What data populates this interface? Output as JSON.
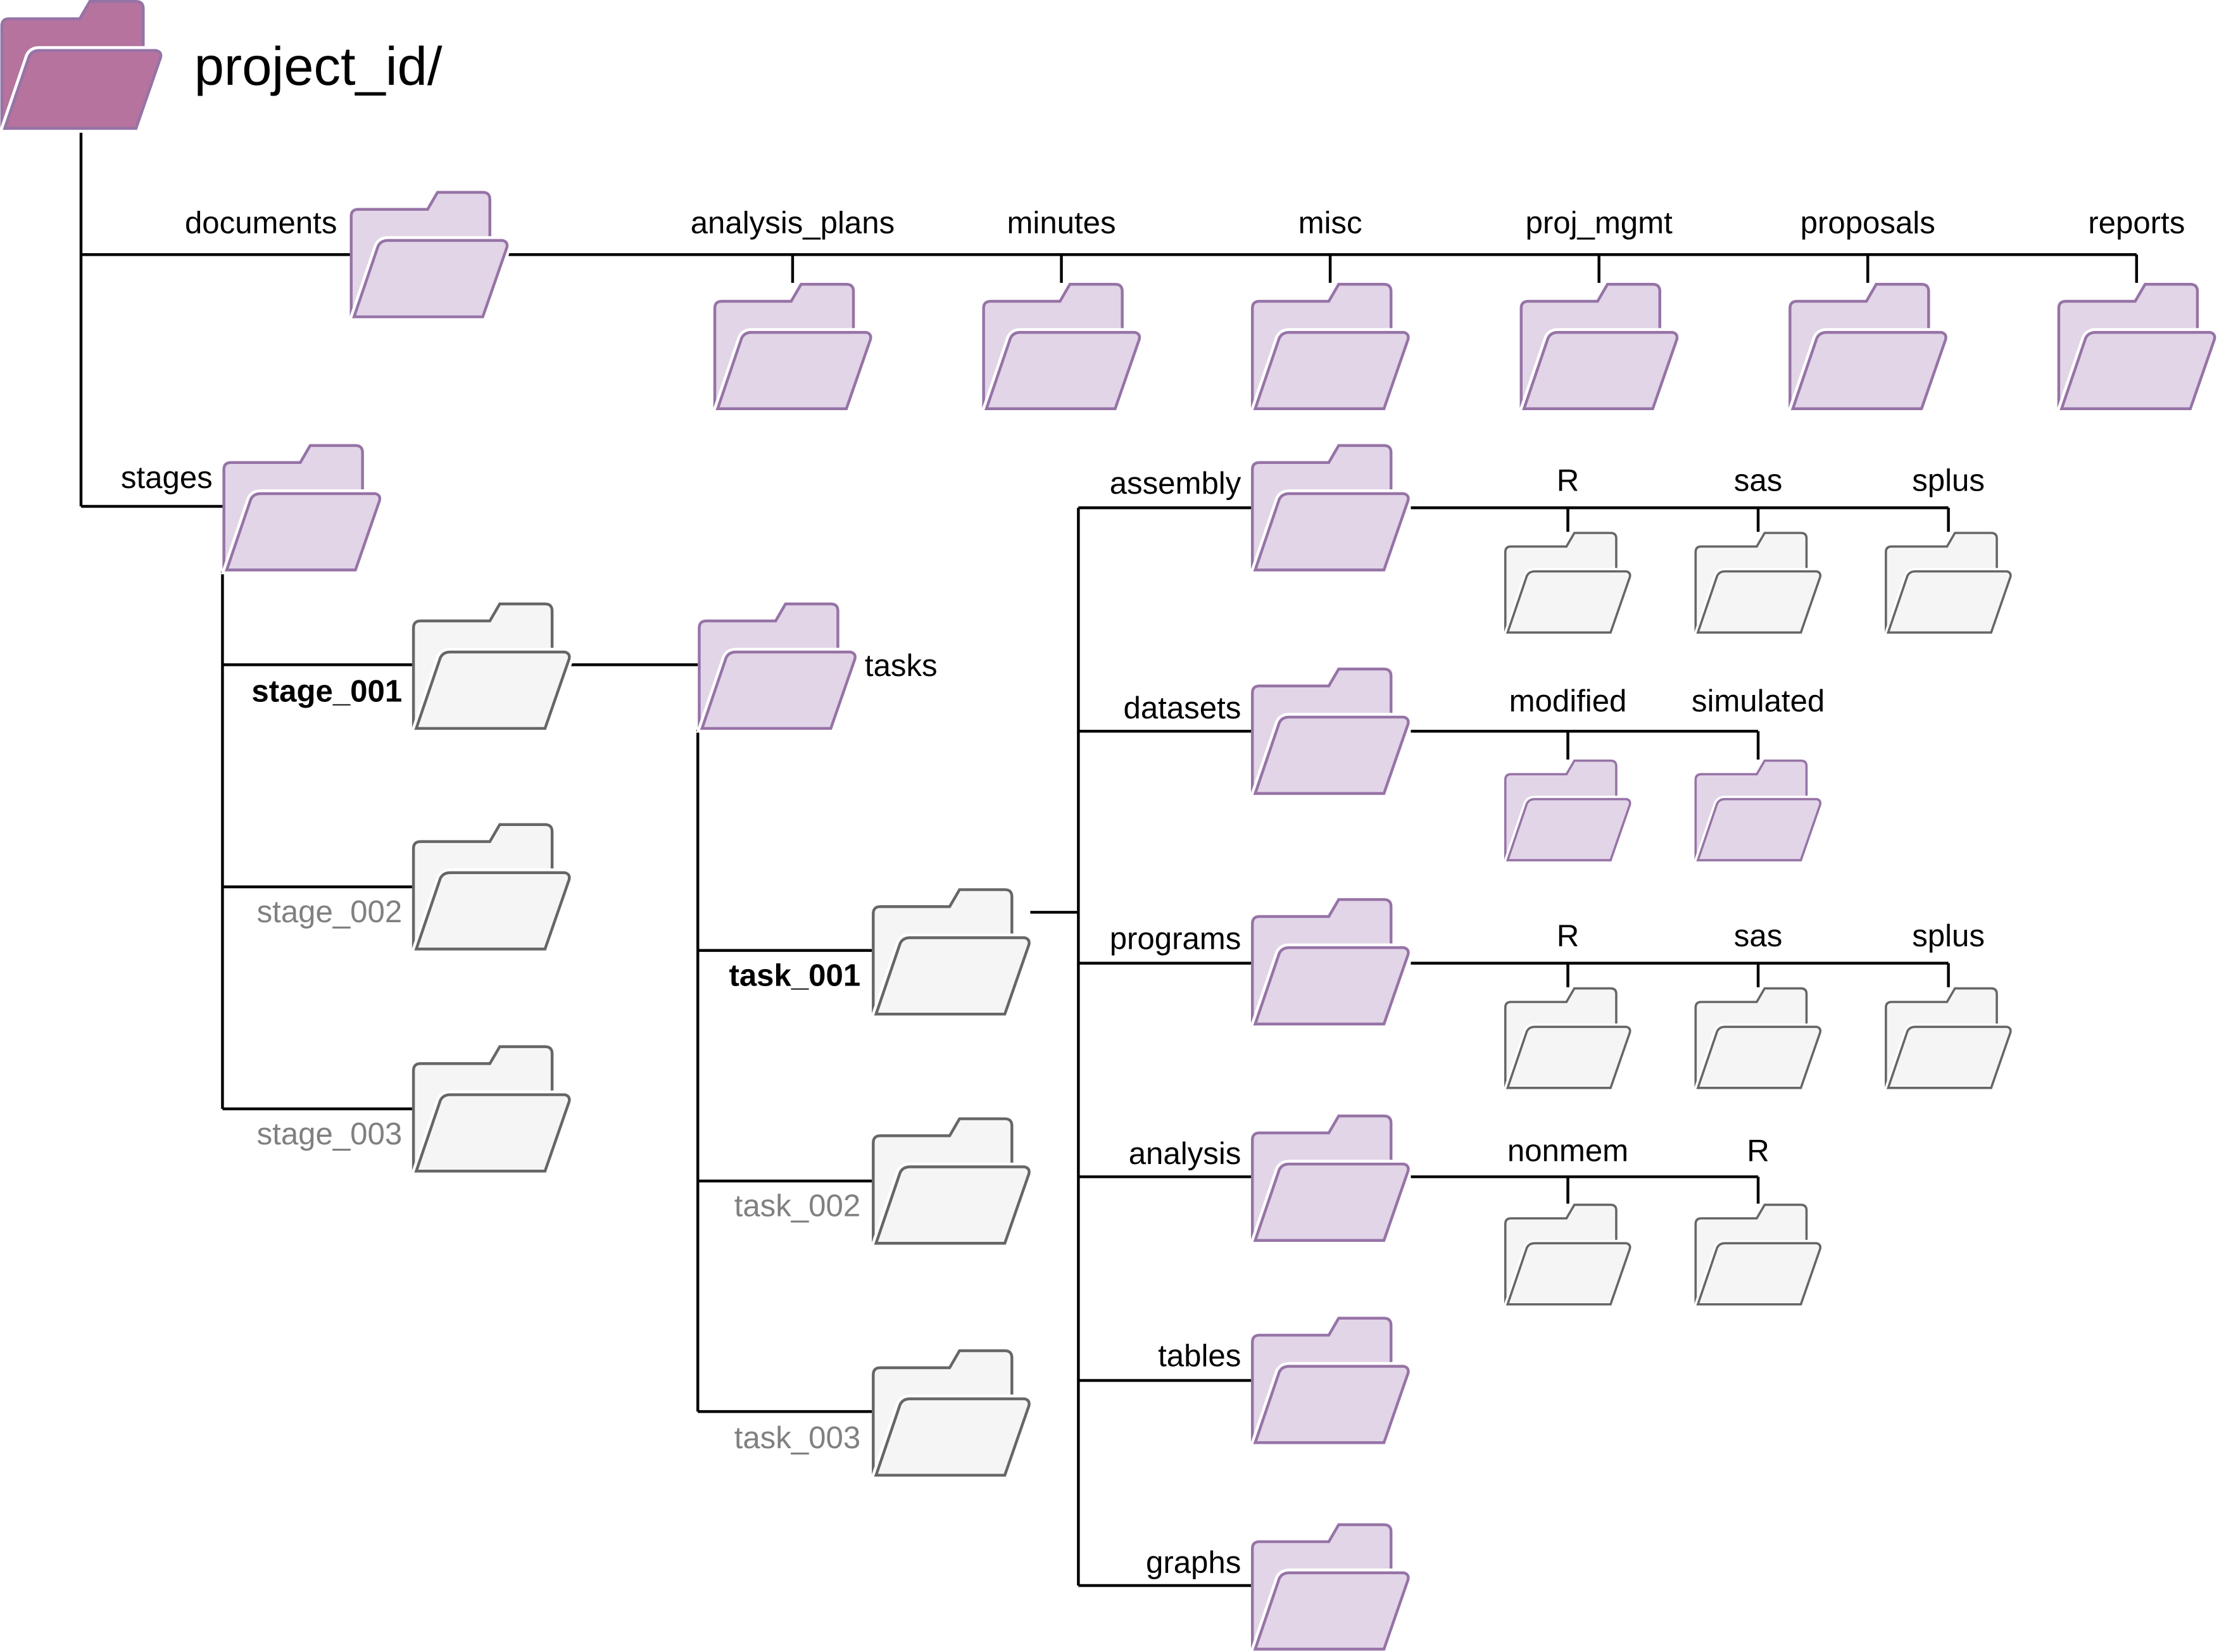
{
  "colors": {
    "root_fill": "#b5739d",
    "root_stroke": "#9673a6",
    "light_fill": "#e1d5e7",
    "light_stroke": "#9673a6",
    "grey_fill": "#f5f5f5",
    "grey_stroke": "#666666",
    "muted_text": "#808080"
  },
  "root": {
    "label": "project_id/",
    "icon": "folder-icon"
  },
  "documents": {
    "label": "documents",
    "children": [
      "analysis_plans",
      "minutes",
      "misc",
      "proj_mgmt",
      "proposals",
      "reports"
    ]
  },
  "stages": {
    "label": "stages",
    "items": [
      {
        "label": "stage_001",
        "active": true
      },
      {
        "label": "stage_002",
        "active": false
      },
      {
        "label": "stage_003",
        "active": false
      }
    ]
  },
  "tasks": {
    "label": "tasks",
    "items": [
      {
        "label": "task_001",
        "active": true
      },
      {
        "label": "task_002",
        "active": false
      },
      {
        "label": "task_003",
        "active": false
      }
    ]
  },
  "task_folders": [
    {
      "label": "assembly",
      "children": [
        "R",
        "sas",
        "splus"
      ],
      "child_style": "grey"
    },
    {
      "label": "datasets",
      "children": [
        "modified",
        "simulated"
      ],
      "child_style": "light"
    },
    {
      "label": "programs",
      "children": [
        "R",
        "sas",
        "splus"
      ],
      "child_style": "grey"
    },
    {
      "label": "analysis",
      "children": [
        "nonmem",
        "R"
      ],
      "child_style": "grey"
    },
    {
      "label": "tables",
      "children": []
    },
    {
      "label": "graphs",
      "children": []
    }
  ]
}
